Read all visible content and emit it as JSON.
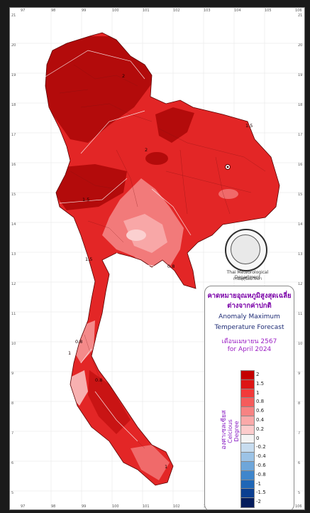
{
  "agency": {
    "name_en": "Thai Meteorological Department",
    "name_th": "กรมอุตุนิยมวิทยา"
  },
  "legend": {
    "title_th_line1": "คาดหมายอุณหภูมิสูงสุดเฉลี่ย",
    "title_th_line2": "ต่างจากค่าปกติ",
    "title_en_line1": "Anomaly Maximum",
    "title_en_line2": "Temperature Forecast",
    "month_th": "เดือนเมษายน 2567",
    "month_en": "for April 2024",
    "unit_th": "องศาเซลเซียส",
    "unit_en": "Celcious Degree",
    "bins": [
      {
        "label": "2",
        "color": "#c40000"
      },
      {
        "label": "1.5",
        "color": "#dd1515"
      },
      {
        "label": "1",
        "color": "#f23a3a"
      },
      {
        "label": "0.8",
        "color": "#f55c5c"
      },
      {
        "label": "0.6",
        "color": "#f78383"
      },
      {
        "label": "0.4",
        "color": "#faa9a9"
      },
      {
        "label": "0.2",
        "color": "#fccccc"
      },
      {
        "label": "0",
        "color": "#f4f4f4"
      },
      {
        "label": "-0.2",
        "color": "#c7dcef"
      },
      {
        "label": "-0.4",
        "color": "#9cc3e6"
      },
      {
        "label": "-0.6",
        "color": "#6ea6da"
      },
      {
        "label": "-0.8",
        "color": "#3f86cc"
      },
      {
        "label": "-1",
        "color": "#1f66b6"
      },
      {
        "label": "-1.5",
        "color": "#0b3f91"
      },
      {
        "label": "-2",
        "color": "#041c5c"
      }
    ]
  },
  "axes": {
    "lon_ticks": [
      "97",
      "98",
      "99",
      "100",
      "101",
      "102",
      "103",
      "104",
      "105",
      "106"
    ],
    "lat_ticks": [
      "21",
      "20",
      "19",
      "18",
      "17",
      "16",
      "15",
      "14",
      "13",
      "12",
      "11",
      "10",
      "9",
      "8",
      "7",
      "6",
      "5"
    ]
  },
  "contour_labels": [
    "2",
    "1.5",
    "2",
    "1.5",
    "0.8",
    "1.5",
    "0.8",
    "1",
    "0.8",
    "1"
  ],
  "colors": {
    "background": "#1a1a1a",
    "map_frame": "#ffffff"
  }
}
